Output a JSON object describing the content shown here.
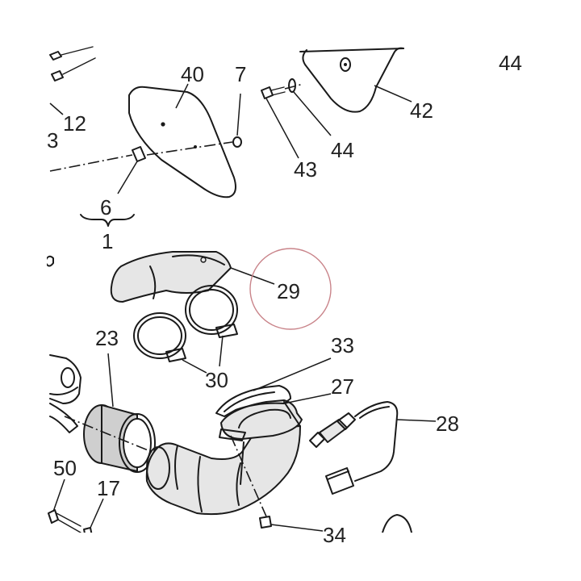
{
  "callouts": {
    "c44_top": "44",
    "c40": "40",
    "c7": "7",
    "c12": "12",
    "c42": "42",
    "c43": "43",
    "c44": "44",
    "c6": "6",
    "c1": "1",
    "c29": "29",
    "c23": "23",
    "c33": "33",
    "c27": "27",
    "c28": "28",
    "c30": "30",
    "c50": "50",
    "c17": "17",
    "c34": "34"
  },
  "colors": {
    "line": "#1a1a1a",
    "highlight_circle": "#c9848a",
    "text": "#222222"
  }
}
